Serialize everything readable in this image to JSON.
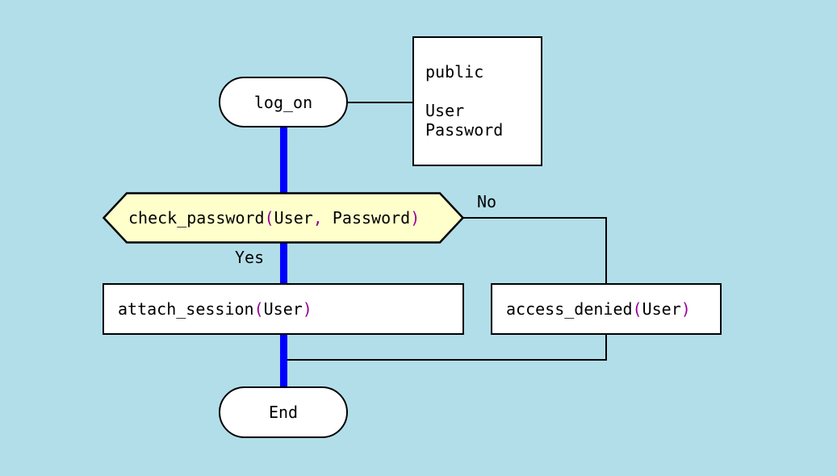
{
  "colors": {
    "background": "#b2deea",
    "node_fill": "#ffffff",
    "decision_fill": "#ffffcc",
    "outline": "#000000",
    "text": "#000000",
    "punctuation": "#990099",
    "flow_line": "#0000ff"
  },
  "nodes": {
    "start": {
      "label": "log_on"
    },
    "params_note": {
      "lines": [
        "public",
        "User",
        "Password"
      ]
    },
    "decision": {
      "segments": [
        {
          "text": "check_password",
          "color": "text"
        },
        {
          "text": "(",
          "color": "punctuation"
        },
        {
          "text": "User",
          "color": "text"
        },
        {
          "text": ",",
          "color": "punctuation"
        },
        {
          "text": " ",
          "color": "text"
        },
        {
          "text": "Password",
          "color": "text"
        },
        {
          "text": ")",
          "color": "punctuation"
        }
      ]
    },
    "yes_action": {
      "segments": [
        {
          "text": "attach_session",
          "color": "text"
        },
        {
          "text": "(",
          "color": "punctuation"
        },
        {
          "text": "User",
          "color": "text"
        },
        {
          "text": ")",
          "color": "punctuation"
        }
      ]
    },
    "no_action": {
      "segments": [
        {
          "text": "access_denied",
          "color": "text"
        },
        {
          "text": "(",
          "color": "punctuation"
        },
        {
          "text": "User",
          "color": "text"
        },
        {
          "text": ")",
          "color": "punctuation"
        }
      ]
    },
    "end": {
      "label": "End"
    }
  },
  "edge_labels": {
    "yes": "Yes",
    "no": "No"
  }
}
